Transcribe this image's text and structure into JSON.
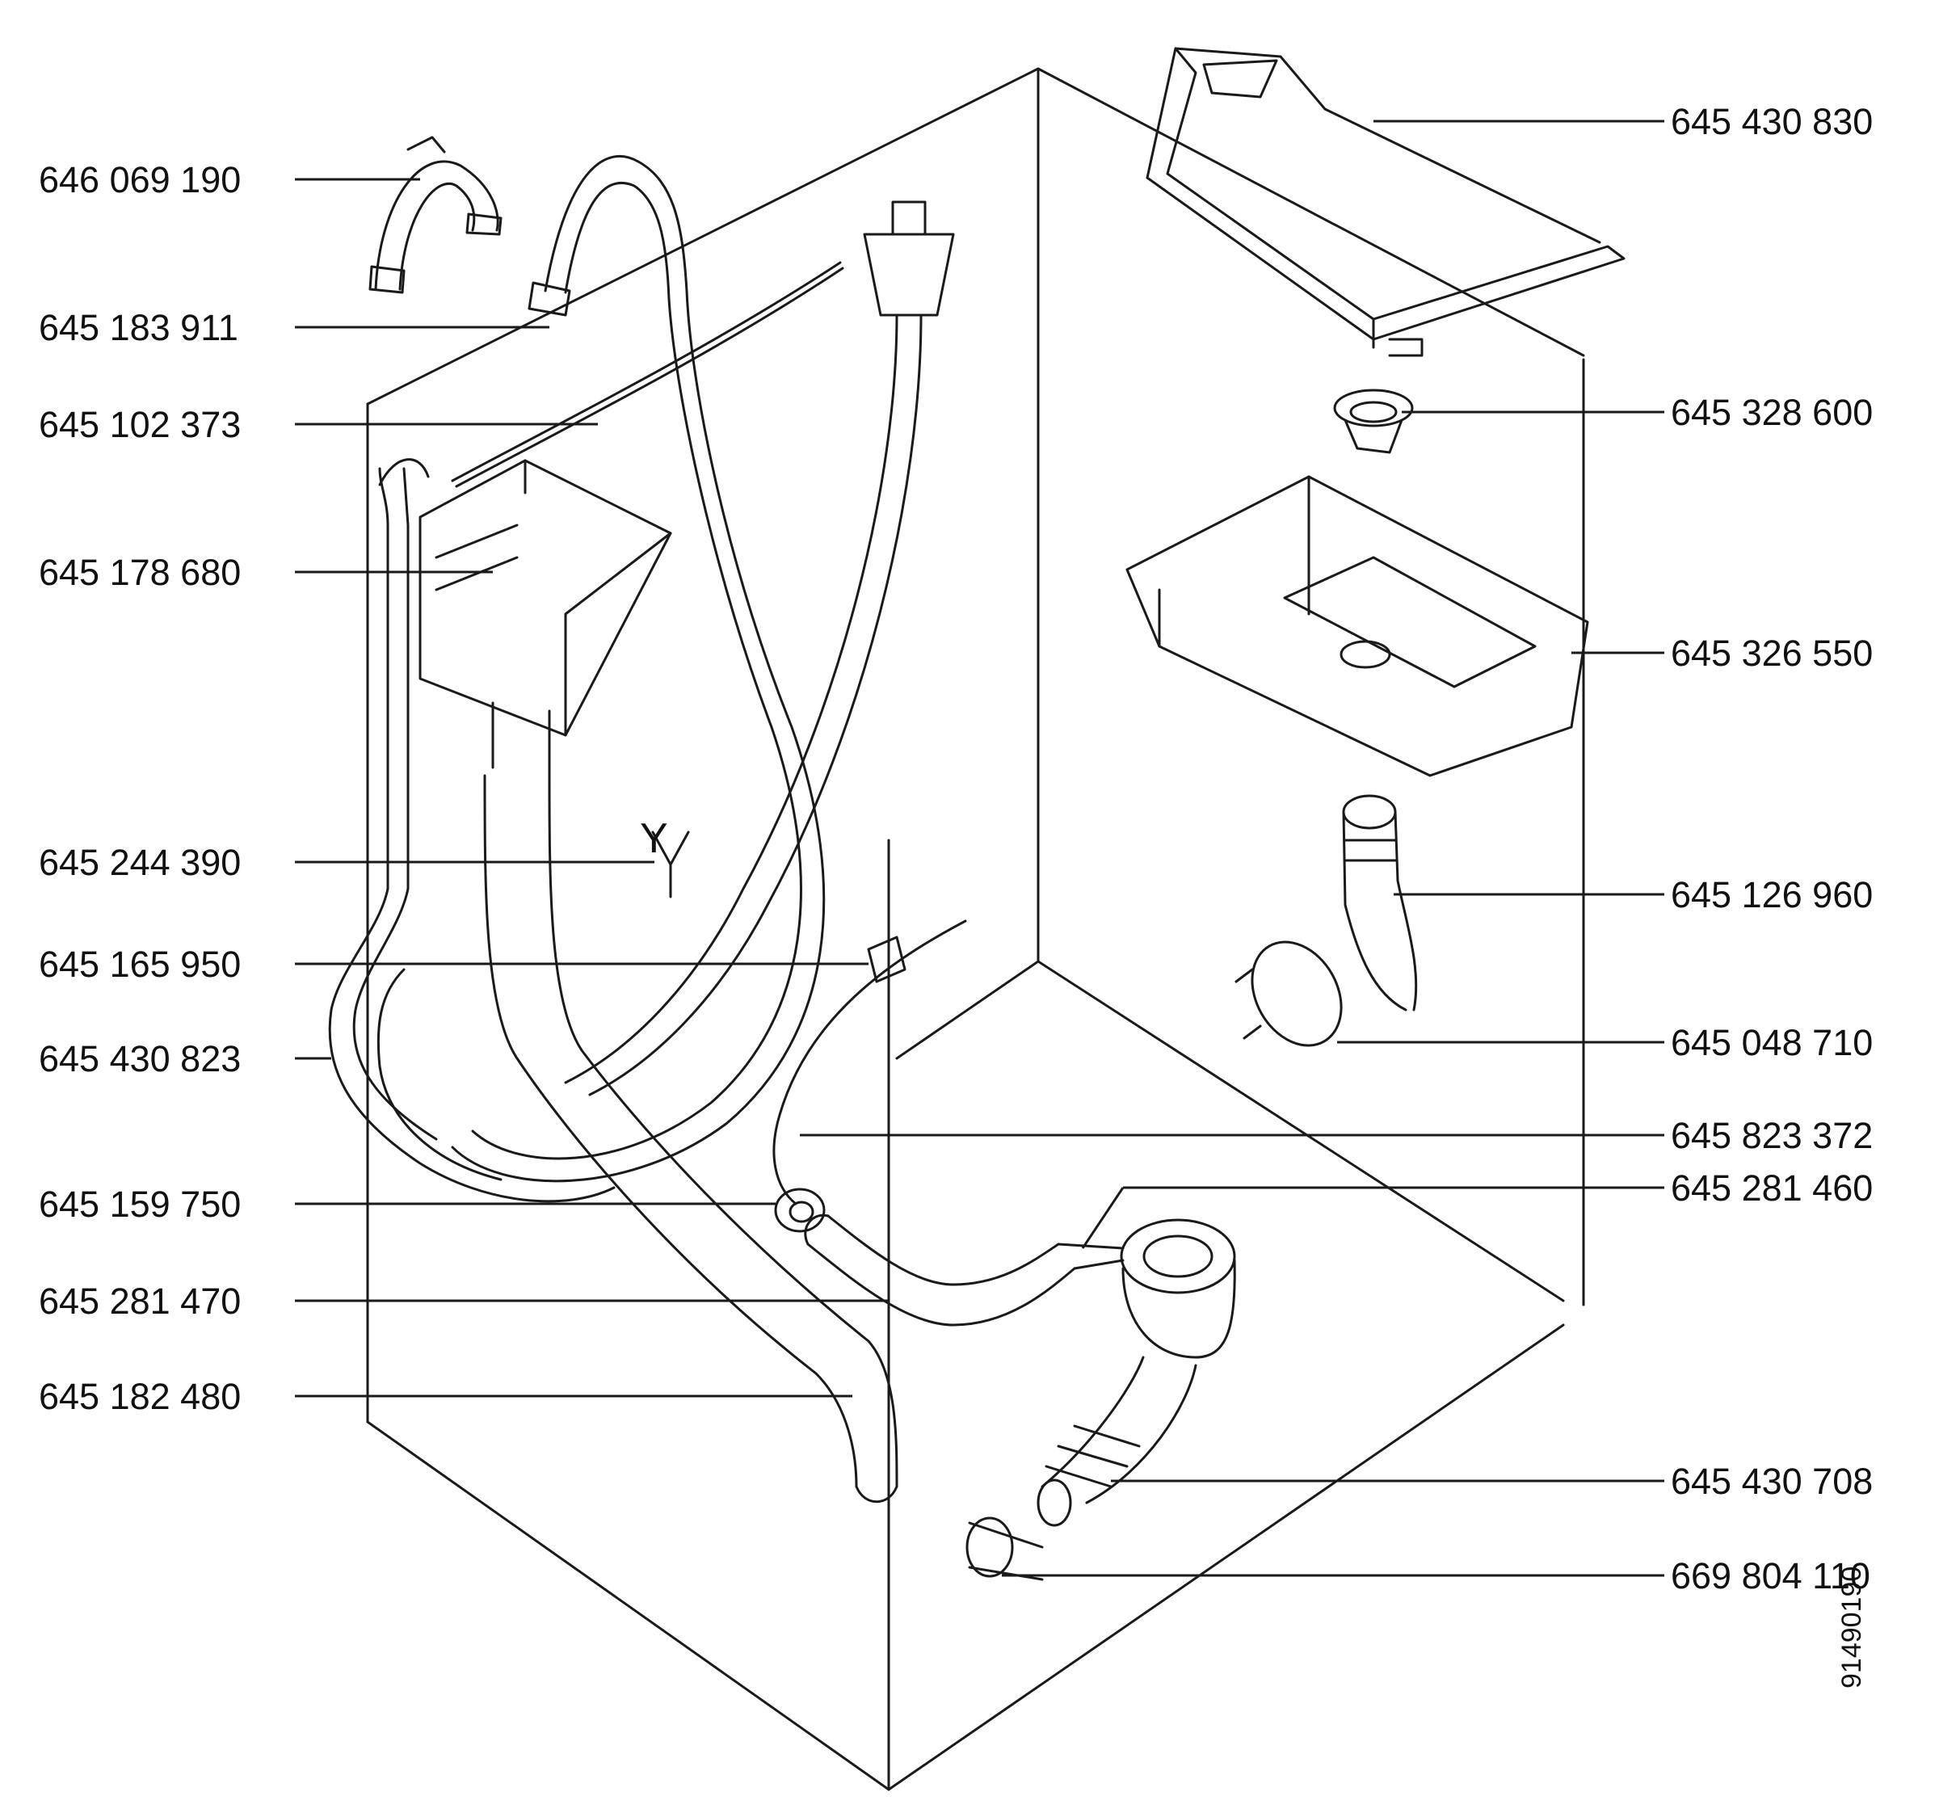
{
  "parts_left": [
    "646 069 190",
    "645 183 911",
    "645 102 373",
    "645 178 680",
    "645 244 390",
    "645 165 950",
    "645 430 823",
    "645 159 750",
    "645 281 470",
    "645 182 480"
  ],
  "parts_right": [
    "645 430 830",
    "645 328 600",
    "645 326 550",
    "645 126 960",
    "645 048 710",
    "645 823 372",
    "645 281 460",
    "645 430 708",
    "669 804 110"
  ],
  "drawing_code": "91490190",
  "y_mark": "Y"
}
